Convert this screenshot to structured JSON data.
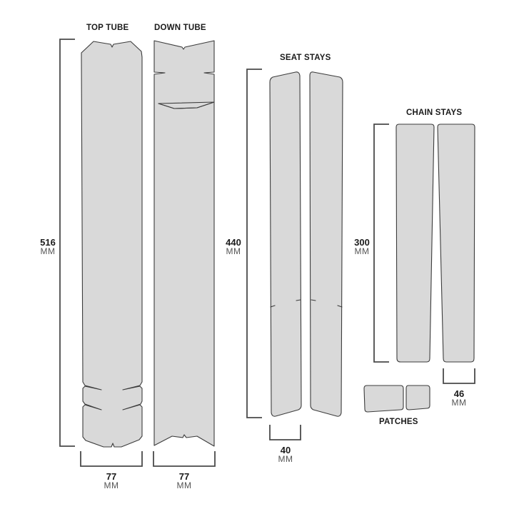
{
  "diagram": {
    "labels": {
      "top_tube": "TOP TUBE",
      "down_tube": "DOWN TUBE",
      "seat_stays": "SEAT STAYS",
      "chain_stays": "CHAIN STAYS",
      "patches": "PATCHES"
    },
    "dimensions": {
      "top_tube_length": {
        "value": "516",
        "unit": "MM"
      },
      "seat_stays_length": {
        "value": "440",
        "unit": "MM"
      },
      "chain_stays_length": {
        "value": "300",
        "unit": "MM"
      },
      "top_tube_width": {
        "value": "77",
        "unit": "MM"
      },
      "down_tube_width": {
        "value": "77",
        "unit": "MM"
      },
      "seat_stays_width": {
        "value": "40",
        "unit": "MM"
      },
      "chain_stays_width": {
        "value": "46",
        "unit": "MM"
      }
    },
    "colors": {
      "piece_fill": "#d9d9d9",
      "outline": "#3c3c3c",
      "bracket": "#4a4a4a"
    }
  }
}
